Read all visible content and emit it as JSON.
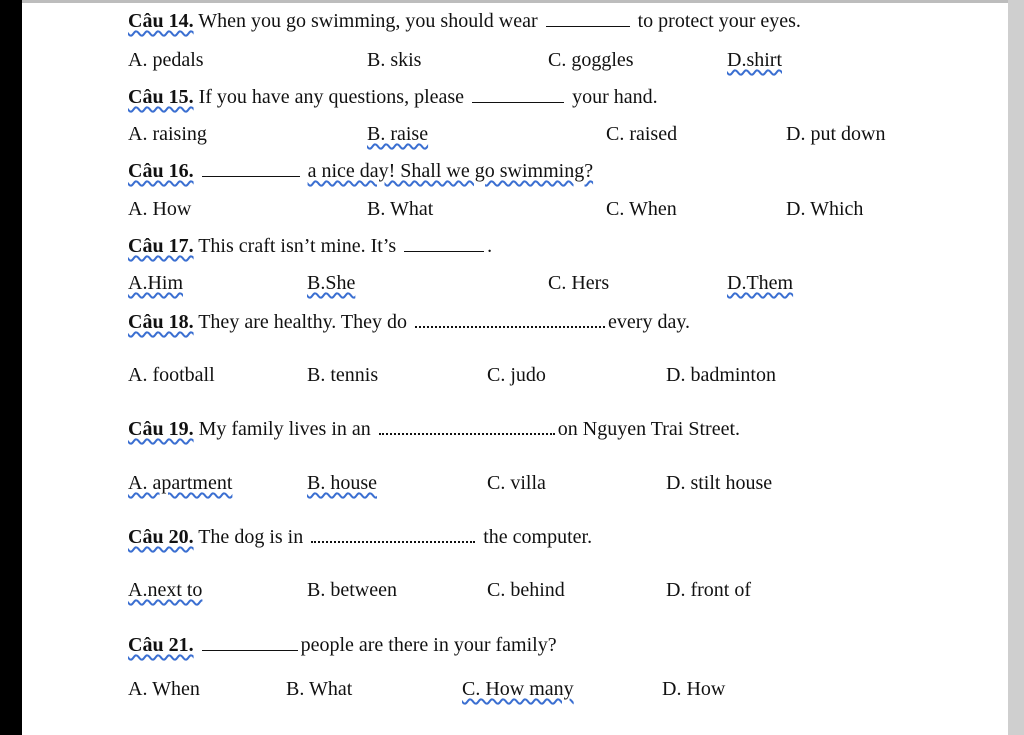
{
  "questions": [
    {
      "num": "Câu 14.",
      "before": "When you go swimming, you should wear",
      "after": "to protect your eyes.",
      "options": [
        "A. pedals",
        "B. skis",
        "C. goggles",
        "D.shirt"
      ]
    },
    {
      "num": "Câu 15.",
      "before": "If you have any questions, please",
      "after": "your hand.",
      "options": [
        "A. raising",
        "B. raise",
        "C. raised",
        "D. put down"
      ]
    },
    {
      "num": "Câu 16.",
      "before": "",
      "after": "a nice day! Shall we go swimming?",
      "options": [
        "A. How",
        "B. What",
        "C. When",
        "D. Which"
      ]
    },
    {
      "num": "Câu 17.",
      "before": "This craft isn’t mine. It’s",
      "after": ".",
      "options": [
        "A.Him",
        "B.She",
        "C. Hers",
        "D.Them"
      ]
    },
    {
      "num": "Câu 18.",
      "before": "They are healthy. They do",
      "after": "every day.",
      "options": [
        "A. football",
        "B. tennis",
        "C. judo",
        "D. badminton"
      ]
    },
    {
      "num": "Câu 19.",
      "before": "My family lives in an",
      "after": "on Nguyen Trai Street.",
      "options": [
        "A. apartment",
        "B. house",
        "C. villa",
        "D. stilt house"
      ]
    },
    {
      "num": "Câu 20.",
      "before": "The dog is in",
      "after": "the computer.",
      "options": [
        "A.next to",
        "B. between",
        "C. behind",
        "D. front of"
      ]
    },
    {
      "num": "Câu 21.",
      "before": "",
      "after": "people are there in your family?",
      "options": [
        "A. When",
        "B. What",
        "C. How many",
        "D. How"
      ]
    }
  ]
}
